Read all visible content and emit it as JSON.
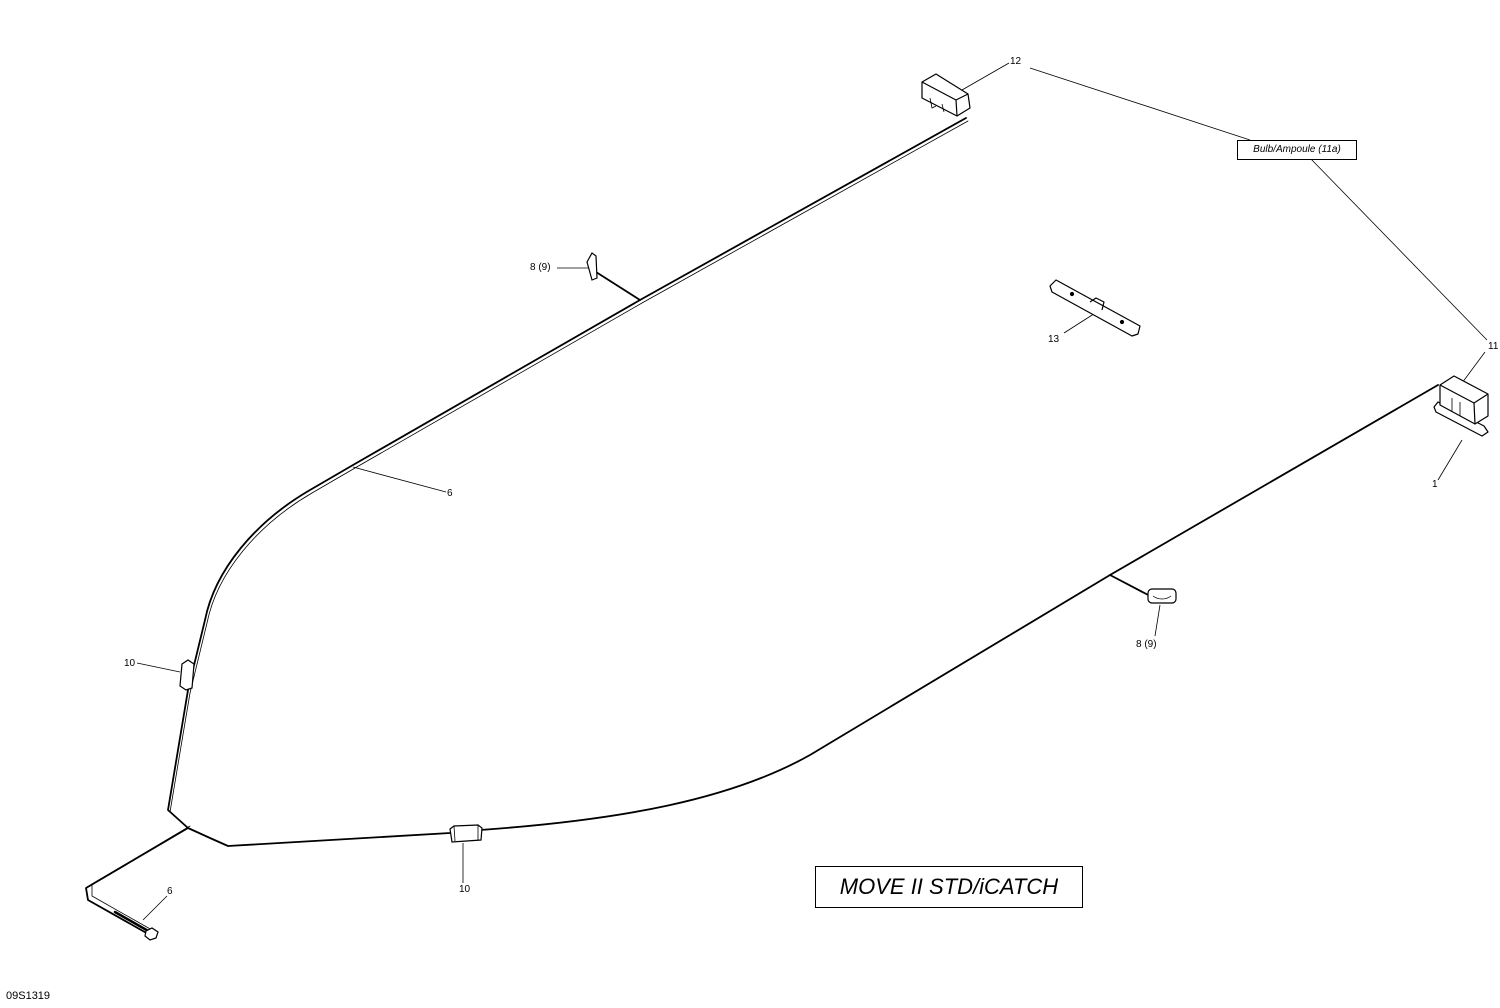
{
  "diagram": {
    "title": "MOVE II STD/iCATCH",
    "drawing_number": "09S1319",
    "bulb_note": "Bulb/Ampoule (11a)",
    "callouts": {
      "c12": "12",
      "c11": "11",
      "c1": "1",
      "c13": "13",
      "c6_top": "6",
      "c6_bottom": "6",
      "c8_top": "8 (9)",
      "c8_right": "8 (9)",
      "c10_left": "10",
      "c10_bottom": "10"
    }
  },
  "colors": {
    "line": "#000000",
    "part_fill": "#ffffff"
  },
  "icons": [
    "light-housing-icon",
    "clip-icon",
    "bracket-icon",
    "connector-icon"
  ]
}
